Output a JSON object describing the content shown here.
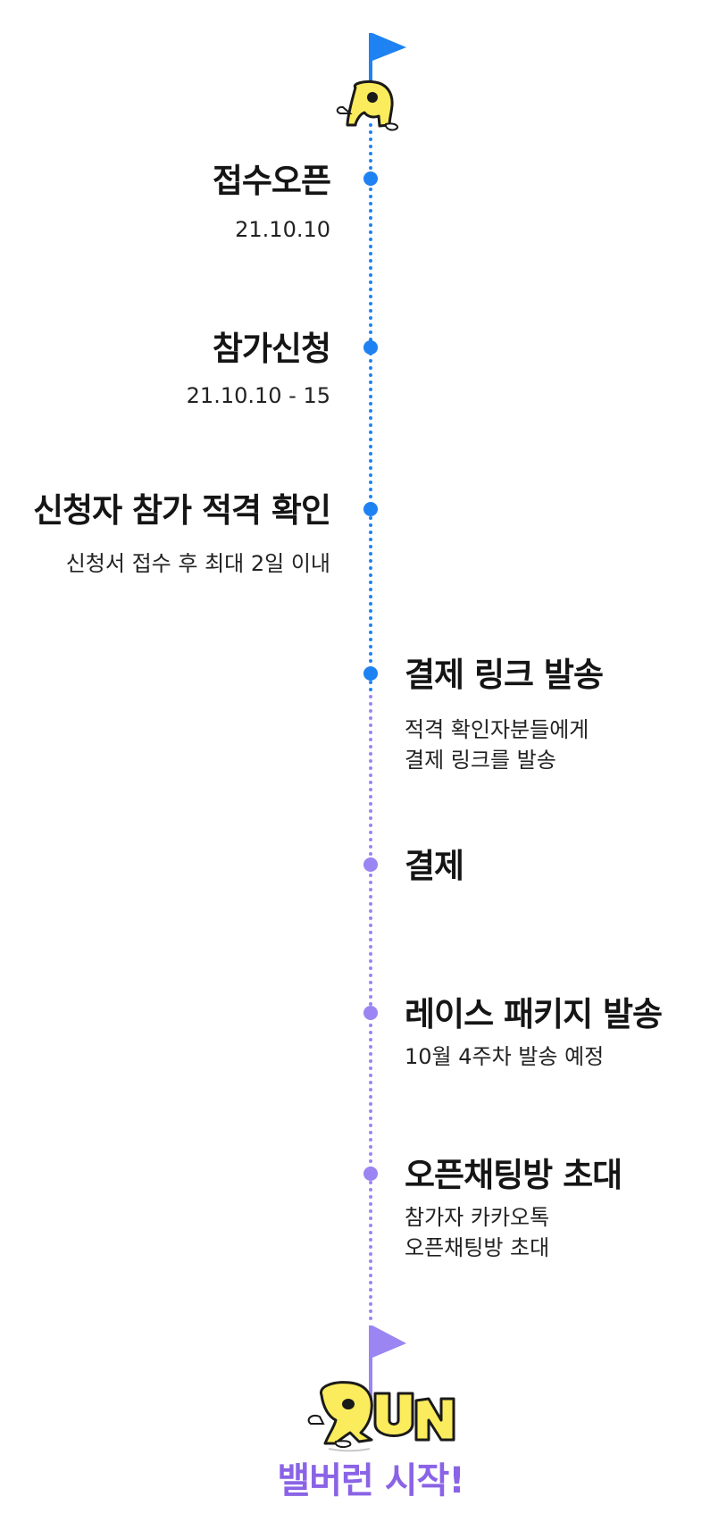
{
  "colors": {
    "primary_blue": "#1f82f2",
    "purple": "#9a85f2",
    "mascot_yellow": "#faec5c",
    "text_dark": "#151515",
    "final_label": "#8a63e6"
  },
  "timeline": {
    "steps": [
      {
        "title": "접수오픈",
        "subtitle": [
          "21.10.10"
        ]
      },
      {
        "title": "참가신청",
        "subtitle": [
          "21.10.10 - 15"
        ]
      },
      {
        "title": "신청자 참가 적격 확인",
        "subtitle": [
          "신청서 접수 후 최대 2일 이내"
        ]
      },
      {
        "title": "결제 링크 발송",
        "subtitle": [
          "적격 확인자분들에게",
          "결제 링크를 발송"
        ]
      },
      {
        "title": "결제",
        "subtitle": []
      },
      {
        "title": "레이스 패키지 발송",
        "subtitle": [
          "10월 4주차 발송 예정"
        ]
      },
      {
        "title": "오픈채팅방 초대",
        "subtitle": [
          "참가자 카카오톡",
          "오픈채팅방 초대"
        ]
      }
    ]
  },
  "start": {
    "flag_icon": "flag-icon",
    "mascot_icon": "mascot-icon"
  },
  "finish": {
    "flag_icon": "flag-icon",
    "logo_icon": "run-mascot-logo-icon",
    "label": "밸버런 시작!"
  }
}
